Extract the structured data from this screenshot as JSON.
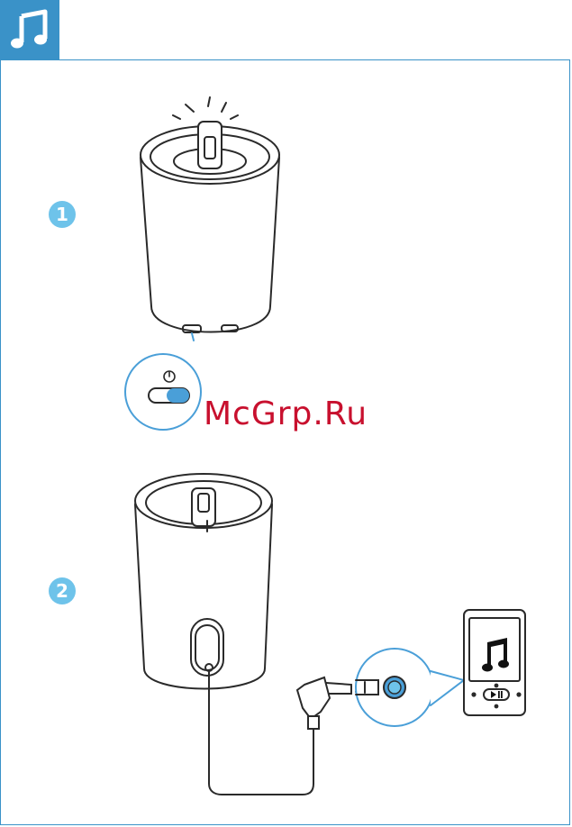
{
  "header": {
    "icon": "music-note-icon",
    "color": "#3a92c8"
  },
  "steps": [
    {
      "number": "1",
      "illustration": "speaker-power-switch"
    },
    {
      "number": "2",
      "illustration": "speaker-audio-in-cable-player"
    }
  ],
  "watermark": "McGrp.Ru",
  "colors": {
    "accent": "#3a92c8",
    "badge": "#6ec3ea",
    "highlight": "#4a9fd8",
    "watermark": "#c8102e"
  }
}
